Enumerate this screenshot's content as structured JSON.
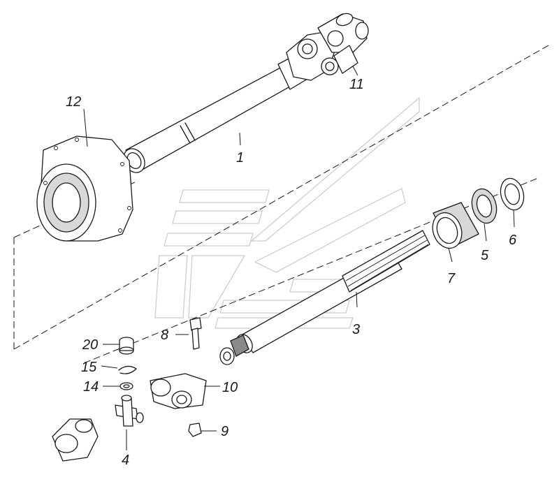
{
  "diagram": {
    "parts": [
      {
        "id": "p1",
        "label": "1"
      },
      {
        "id": "p3",
        "label": "3"
      },
      {
        "id": "p4",
        "label": "4"
      },
      {
        "id": "p5",
        "label": "5"
      },
      {
        "id": "p6",
        "label": "6"
      },
      {
        "id": "p7",
        "label": "7"
      },
      {
        "id": "p8",
        "label": "8"
      },
      {
        "id": "p9",
        "label": "9"
      },
      {
        "id": "p10",
        "label": "10"
      },
      {
        "id": "p11",
        "label": "11"
      },
      {
        "id": "p12",
        "label": "12"
      },
      {
        "id": "p14",
        "label": "14"
      },
      {
        "id": "p15",
        "label": "15"
      },
      {
        "id": "p20",
        "label": "20"
      }
    ],
    "colors": {
      "line": "#1a1a1a",
      "watermark": "#c9c9c9",
      "background": "#ffffff"
    }
  }
}
